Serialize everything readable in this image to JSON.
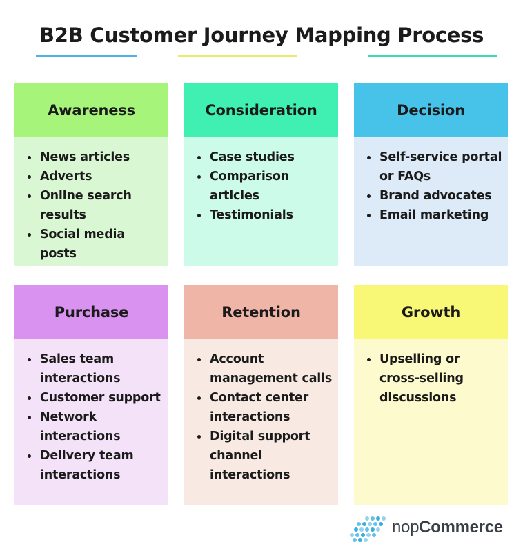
{
  "title": "B2B Customer Journey Mapping Process",
  "colors": {
    "title_underlines": [
      "#4fb3e8",
      "#e6ec6a",
      "#3fd9b0"
    ]
  },
  "stages": [
    {
      "name": "Awareness",
      "header_color": "#a6f57a",
      "body_color": "#d9f7d2",
      "items": [
        "News articles",
        "Adverts",
        "Online search results",
        "Social media posts"
      ]
    },
    {
      "name": "Consideration",
      "header_color": "#3ff0b2",
      "body_color": "#cdfbea",
      "items": [
        "Case studies",
        "Comparison articles",
        "Testimonials"
      ]
    },
    {
      "name": "Decision",
      "header_color": "#47c2e8",
      "body_color": "#dcebf7",
      "items": [
        "Self-service portal or FAQs",
        "Brand advocates",
        "Email marketing"
      ]
    },
    {
      "name": "Purchase",
      "header_color": "#d992f0",
      "body_color": "#f3e2f8",
      "items": [
        "Sales team interactions",
        "Customer support",
        "Network interactions",
        "Delivery team interactions"
      ]
    },
    {
      "name": "Retention",
      "header_color": "#efb5a6",
      "body_color": "#f8eae3",
      "items": [
        "Account management calls",
        "Contact center interactions",
        "Digital support channel interactions"
      ]
    },
    {
      "name": "Growth",
      "header_color": "#f9f876",
      "body_color": "#fdfbcd",
      "items": [
        "Upselling or cross-selling discussions"
      ]
    }
  ],
  "logo": {
    "text_light": "nop",
    "text_bold": "Commerce",
    "icon": "dot-grid-logo-icon",
    "color": "#3aaee0"
  }
}
